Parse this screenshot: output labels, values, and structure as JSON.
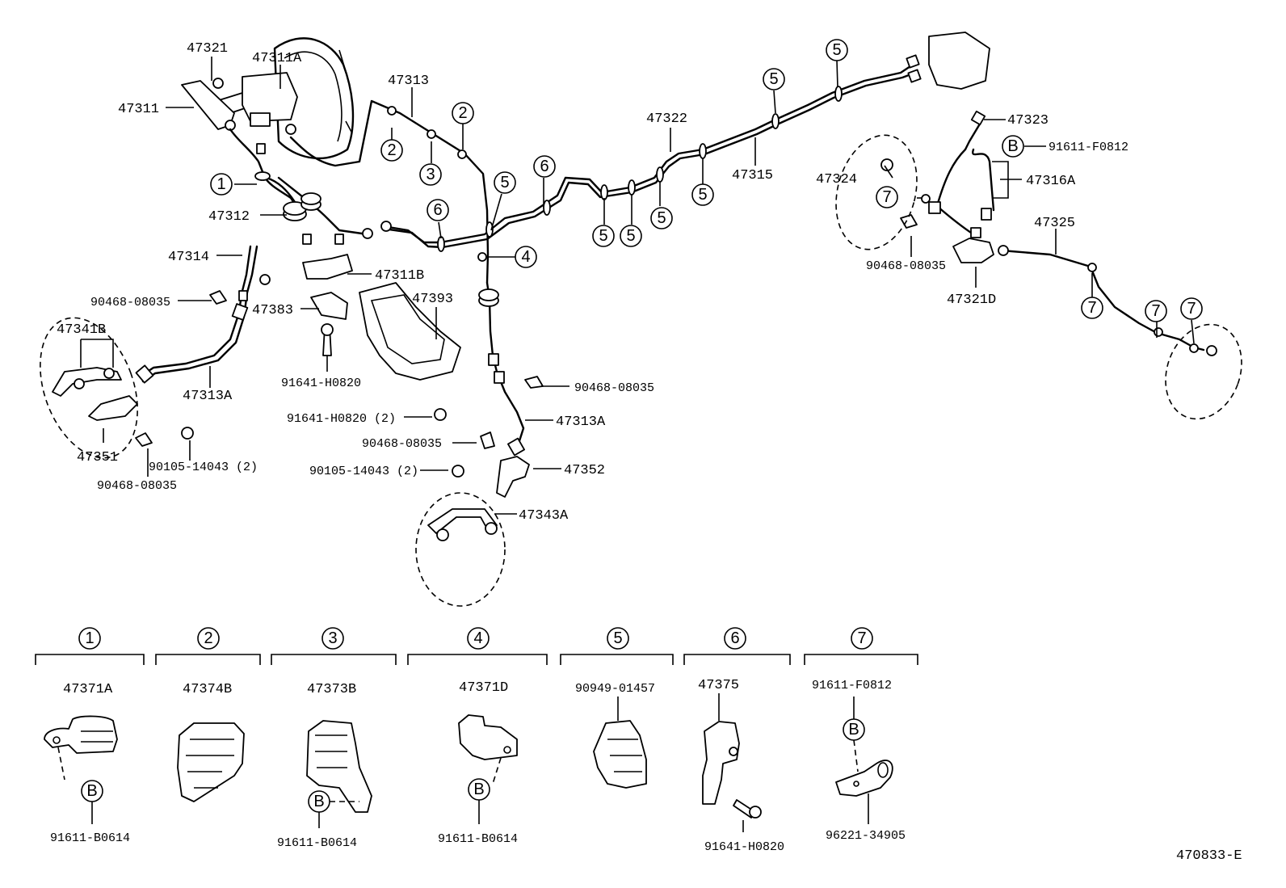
{
  "diagram_code": "470833-E",
  "labels": {
    "l47321": "47321",
    "l47311A": "47311A",
    "l47311": "47311",
    "l47313": "47313",
    "l47312": "47312",
    "l47314": "47314",
    "l47311B": "47311B",
    "l47383": "47383",
    "l47393": "47393",
    "l90468_a": "90468-08035",
    "l47341B": "47341B",
    "l47313A_left": "47313A",
    "l47351": "47351",
    "l90105_left": "90105-14043 (2)",
    "l90468_b": "90468-08035",
    "l91641_a": "91641-H0820",
    "l91641_b": "91641-H0820 (2)",
    "l90468_c": "90468-08035",
    "l47313A_mid": "47313A",
    "l90468_d": "90468-08035",
    "l90105_mid": "90105-14043 (2)",
    "l47352": "47352",
    "l47343A": "47343A",
    "l47322": "47322",
    "l47315": "47315",
    "l47323": "47323",
    "l91611_F": "91611-F0812",
    "l47324": "47324",
    "l47316A": "47316A",
    "l90468_e": "90468-08035",
    "l47325": "47325",
    "l47321D": "47321D"
  },
  "callouts": {
    "c1": "1",
    "c2": "2",
    "c3": "3",
    "c4": "4",
    "c5": "5",
    "c6": "6",
    "c7": "7",
    "cB": "B"
  },
  "legend": [
    {
      "num": "1",
      "part": "47371A",
      "bolt": "91611-B0614",
      "has_b": true
    },
    {
      "num": "2",
      "part": "47374B",
      "bolt": "",
      "has_b": false
    },
    {
      "num": "3",
      "part": "47373B",
      "bolt": "91611-B0614",
      "has_b": true
    },
    {
      "num": "4",
      "part": "47371D",
      "bolt": "91611-B0614",
      "has_b": true
    },
    {
      "num": "5",
      "part": "90949-01457",
      "bolt": "",
      "has_b": false
    },
    {
      "num": "6",
      "part": "47375",
      "bolt": "91641-H0820",
      "has_b": false
    },
    {
      "num": "7",
      "part": "91611-F0812",
      "bolt": "96221-34905",
      "has_b": true
    }
  ]
}
